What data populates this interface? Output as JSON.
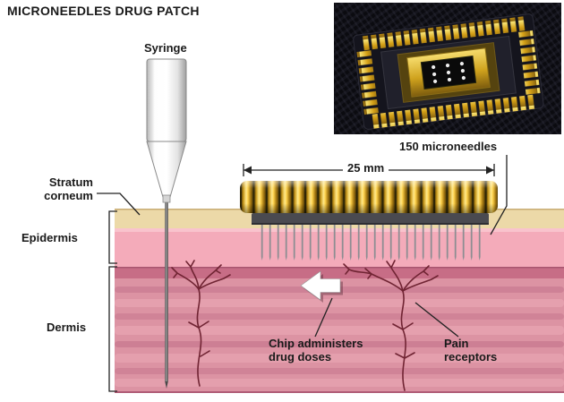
{
  "title": "MICRONEEDLES DRUG PATCH",
  "labels": {
    "syringe": "Syringe",
    "stratum_corneum": "Stratum corneum",
    "epidermis": "Epidermis",
    "dermis": "Dermis",
    "measurement": "25 mm",
    "microneedles": "150 microneedles",
    "chip": "Chip administers drug doses",
    "pain_receptors": "Pain receptors"
  },
  "colors": {
    "stratum_corneum_layer": "#ecd9a8",
    "epidermis_layer": "#f4abba",
    "dermis_top_band": "#c76d86",
    "dermis_layer": "#dc93a3",
    "patch_gold": "#ffd34d",
    "patch_base": "#4a4a50",
    "nerve": "#702433",
    "text": "#1a1a1a"
  }
}
